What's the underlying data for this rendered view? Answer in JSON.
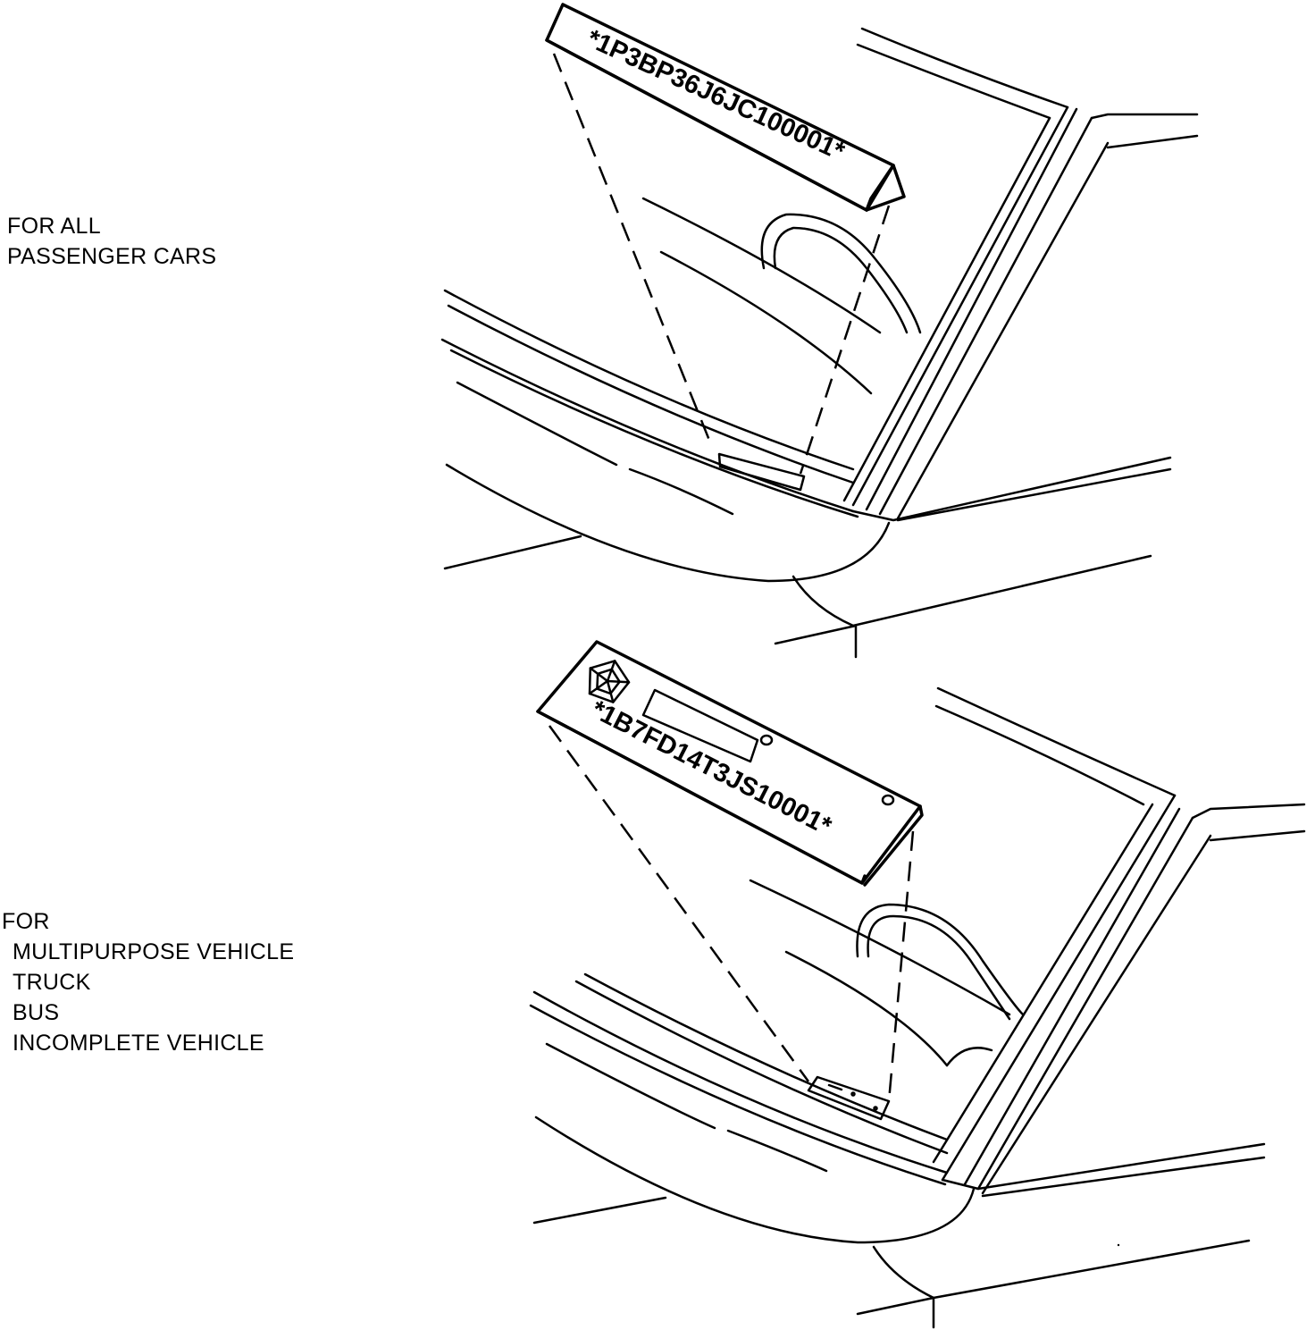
{
  "labels": {
    "passenger": [
      "FOR ALL",
      "PASSENGER CARS"
    ],
    "other": [
      "FOR",
      "MULTIPURPOSE VEHICLE",
      "TRUCK",
      "BUS",
      "INCOMPLETE VEHICLE"
    ]
  },
  "vin_plates": {
    "passenger": "*1P3BP36J6JC100001*",
    "other": "*1B7FD14T3JS10001*"
  },
  "icons": {
    "logo": "pentastar-logo-icon"
  }
}
